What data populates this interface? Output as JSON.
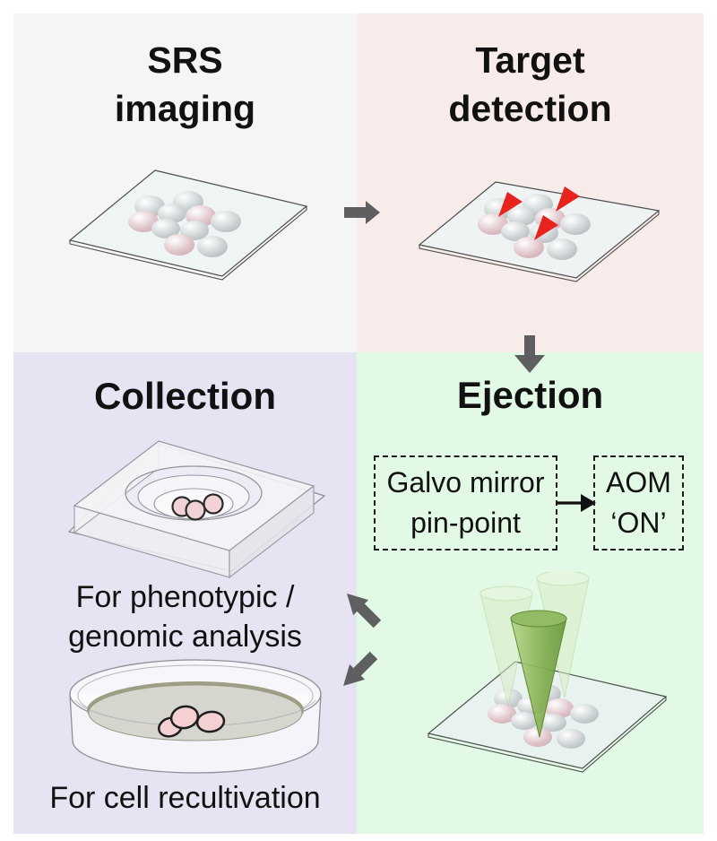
{
  "panels": {
    "srs_imaging": {
      "title_line1": "SRS",
      "title_line2": "imaging",
      "background": "#f5f4f6"
    },
    "target_detection": {
      "title_line1": "Target",
      "title_line2": "detection",
      "background": "#f7ece9"
    },
    "collection": {
      "title": "Collection",
      "background": "#e6e3f3",
      "analysis_caption_line1": "For phenotypic /",
      "analysis_caption_line2": "genomic analysis",
      "recultivation_caption": "For cell recultivation"
    },
    "ejection": {
      "title": "Ejection",
      "background": "#e2fae5",
      "galvo_box_line1": "Galvo mirror",
      "galvo_box_line2": "pin-point",
      "aom_box_line1": "AOM",
      "aom_box_line2": "‘ON’"
    }
  },
  "colors": {
    "flow_arrow_gray": "#5e5f61",
    "connector_black": "#111111",
    "target_marker_red": "#e8231e",
    "laser_green_active": "#7fae4e",
    "laser_green_inactive": "#d9edc8",
    "cell_gray": "#c9cfd1",
    "cell_pink": "#e6c8cd",
    "glass_slide": "#eef3f4"
  },
  "icons": {
    "flow_arrow_right": "arrow pointing right between SRS imaging and Target detection",
    "flow_arrow_down": "arrow pointing down between Target detection and Ejection",
    "flow_arrow_up_left": "arrow from Ejection to Collection (upper)",
    "flow_arrow_down_left": "arrow from Ejection to Collection (lower)",
    "galvo_to_aom_arrow": "arrow from Galvo mirror box to AOM box",
    "target_marker": "red arrowhead marking a detected target cell"
  }
}
